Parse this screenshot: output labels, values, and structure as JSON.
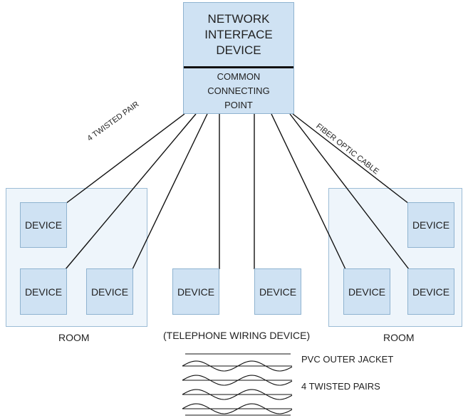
{
  "nid": {
    "title": "NETWORK\nINTERFACE\nDEVICE",
    "subtitle": "COMMON\nCONNECTING\nPOINT"
  },
  "cable_labels": {
    "twisted_pair": "4 TWISTED PAIR",
    "fiber_optic": "FIBER OPTIC CABLE"
  },
  "devices": {
    "label": "DEVICE"
  },
  "rooms": {
    "left": "ROOM",
    "right": "ROOM"
  },
  "telephone_wiring_label": "(TELEPHONE WIRING DEVICE)",
  "legend": {
    "jacket": "PVC OUTER JACKET",
    "pairs": "4 TWISTED PAIRS"
  },
  "colors": {
    "device_fill": "#cfe2f3",
    "room_fill": "#eef5fb",
    "line": "#111111"
  }
}
